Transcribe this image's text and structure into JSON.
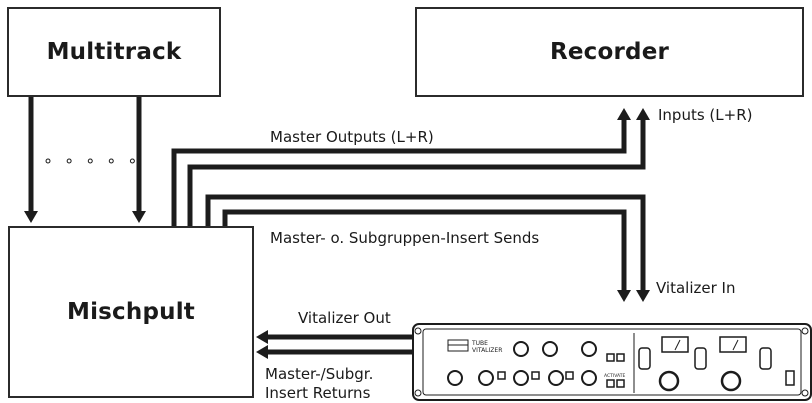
{
  "nodes": {
    "multitrack": "Multitrack",
    "recorder": "Recorder",
    "mischpult": "Mischpult"
  },
  "labels": {
    "master_outputs": "Master Outputs (L+R)",
    "inputs": "Inputs (L+R)",
    "insert_sends": "Master- o. Subgruppen-Insert Sends",
    "vitalizer_in": "Vitalizer In",
    "vitalizer_out": "Vitalizer Out",
    "insert_returns_line1": "Master-/Subgr.",
    "insert_returns_line2": "Insert Returns",
    "ellipsis": "∘ ∘ ∘ ∘ ∘"
  },
  "device": {
    "brand_line1": "TUBE",
    "brand_line2": "VITALIZER",
    "activate": "ACTIVATE"
  },
  "colors": {
    "line": "#1c1c1c",
    "box_border": "#2b2b2b"
  }
}
